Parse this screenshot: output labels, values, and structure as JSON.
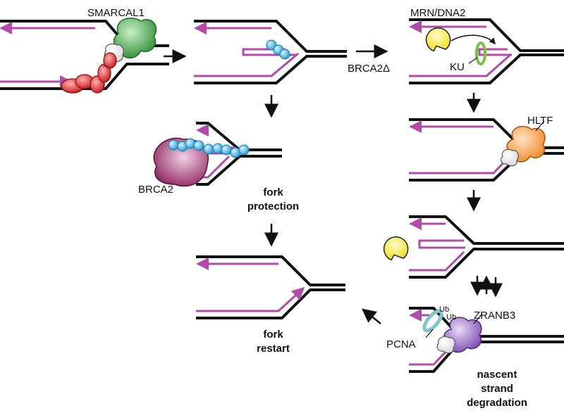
{
  "labels": {
    "smarcal1": "SMARCAL1",
    "mrn_dna2": "MRN/DNA2",
    "brca2_delta": "BRCA2Δ",
    "ku": "KU",
    "hltf": "HLTF",
    "brca2": "BRCA2",
    "fork_protection_1": "fork",
    "fork_protection_2": "protection",
    "fork_restart_1": "fork",
    "fork_restart_2": "restart",
    "zranb3": "ZRANB3",
    "pcna": "PCNA",
    "ub1": "Ub",
    "ub2": "Ub",
    "nascent_1": "nascent",
    "nascent_2": "strand",
    "nascent_3": "degradation"
  },
  "colors": {
    "parental_dna": "#111111",
    "nascent_dna": "#b24aa8",
    "smarcal1": "#3a9a3a",
    "rad51": "#2aa7e0",
    "rpa": "#d62020",
    "brca2": "#8e1e5e",
    "mrn_dna2": "#f2e51a",
    "ku": "#7ac142",
    "hltf": "#f39a3c",
    "zranb3": "#8a5bb8",
    "pcna": "#7fc6c6",
    "arrow": "#111111"
  },
  "icons": [
    "smarcal1-protein",
    "rpa-protein",
    "rad51-filament",
    "brca2-protein",
    "mrn-dna2-pacman",
    "ku-ring",
    "hltf-protein",
    "zranb3-protein",
    "pcna-ring"
  ]
}
